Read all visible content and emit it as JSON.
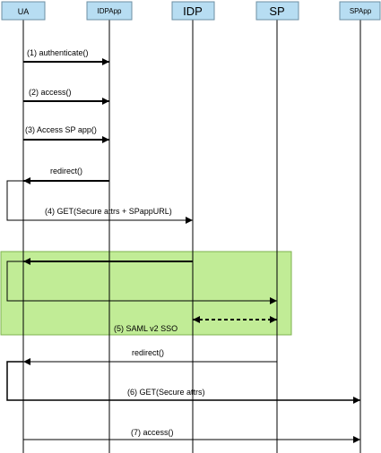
{
  "actors": [
    {
      "id": "ua",
      "label": "UA"
    },
    {
      "id": "idpapp",
      "label": "IDPApp"
    },
    {
      "id": "idp",
      "label": "IDP"
    },
    {
      "id": "sp",
      "label": "SP"
    },
    {
      "id": "spapp",
      "label": "SPApp"
    }
  ],
  "colors": {
    "actor_fill": "#b7ddf2",
    "actor_border": "#6d8fa3",
    "highlight_fill": "#c1ec96",
    "highlight_border": "#7db24d"
  },
  "messages": [
    {
      "label": "(1)  authenticate()"
    },
    {
      "label": "(2)  access()"
    },
    {
      "label": "(3)  Access SP app()"
    },
    {
      "label": "redirect()"
    },
    {
      "label": "(4)  GET(Secure  attrs + SPappURL)"
    },
    {
      "label": "(5)  SAML v2  SSO"
    },
    {
      "label": "redirect()"
    },
    {
      "label": "(6)  GET(Secure  attrs)"
    },
    {
      "label": "(7)  access()"
    }
  ]
}
